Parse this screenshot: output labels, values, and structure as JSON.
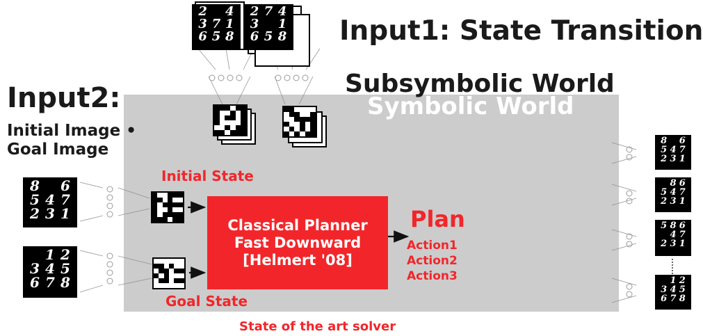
{
  "title_input1": "Input1: State Transition",
  "title_subsymbolic": "Subsymbolic World",
  "title_symbolic": "Symbolic World",
  "input2": {
    "title": "Input2:",
    "line1": "Initial Image",
    "line2": "Goal Image"
  },
  "initial_state_label": "Initial State",
  "goal_state_label": "Goal State",
  "planner": {
    "line1": "Classical Planner",
    "line2": "Fast Downward",
    "line3": "[Helmert '08]"
  },
  "plan_label": "Plan",
  "actions": [
    "Action1",
    "Action2",
    "Action3"
  ],
  "caption": "State of the art solver",
  "puzzles": {
    "initial": [
      [
        "8",
        "0",
        "6"
      ],
      [
        "5",
        "4",
        "7"
      ],
      [
        "2",
        "3",
        "1"
      ]
    ],
    "goal": [
      [
        "0",
        "1",
        "2"
      ],
      [
        "3",
        "4",
        "5"
      ],
      [
        "6",
        "7",
        "8"
      ]
    ],
    "transition_pre": [
      [
        "2",
        "0",
        "4"
      ],
      [
        "3",
        "7",
        "1"
      ],
      [
        "6",
        "5",
        "8"
      ]
    ],
    "transition_post": [
      [
        "2",
        "7",
        "4"
      ],
      [
        "3",
        "0",
        "1"
      ],
      [
        "6",
        "5",
        "8"
      ]
    ],
    "right_seq": [
      [
        [
          "8",
          "0",
          "6"
        ],
        [
          "5",
          "4",
          "7"
        ],
        [
          "2",
          "3",
          "1"
        ]
      ],
      [
        [
          "0",
          "8",
          "6"
        ],
        [
          "5",
          "4",
          "7"
        ],
        [
          "2",
          "3",
          "1"
        ]
      ],
      [
        [
          "5",
          "8",
          "6"
        ],
        [
          "0",
          "4",
          "7"
        ],
        [
          "2",
          "3",
          "1"
        ]
      ],
      [
        [
          "0",
          "1",
          "2"
        ],
        [
          "3",
          "4",
          "5"
        ],
        [
          "6",
          "7",
          "8"
        ]
      ]
    ]
  },
  "colors": {
    "accent_red": "#f2262a",
    "symbolic_gray": "#cccccc"
  }
}
